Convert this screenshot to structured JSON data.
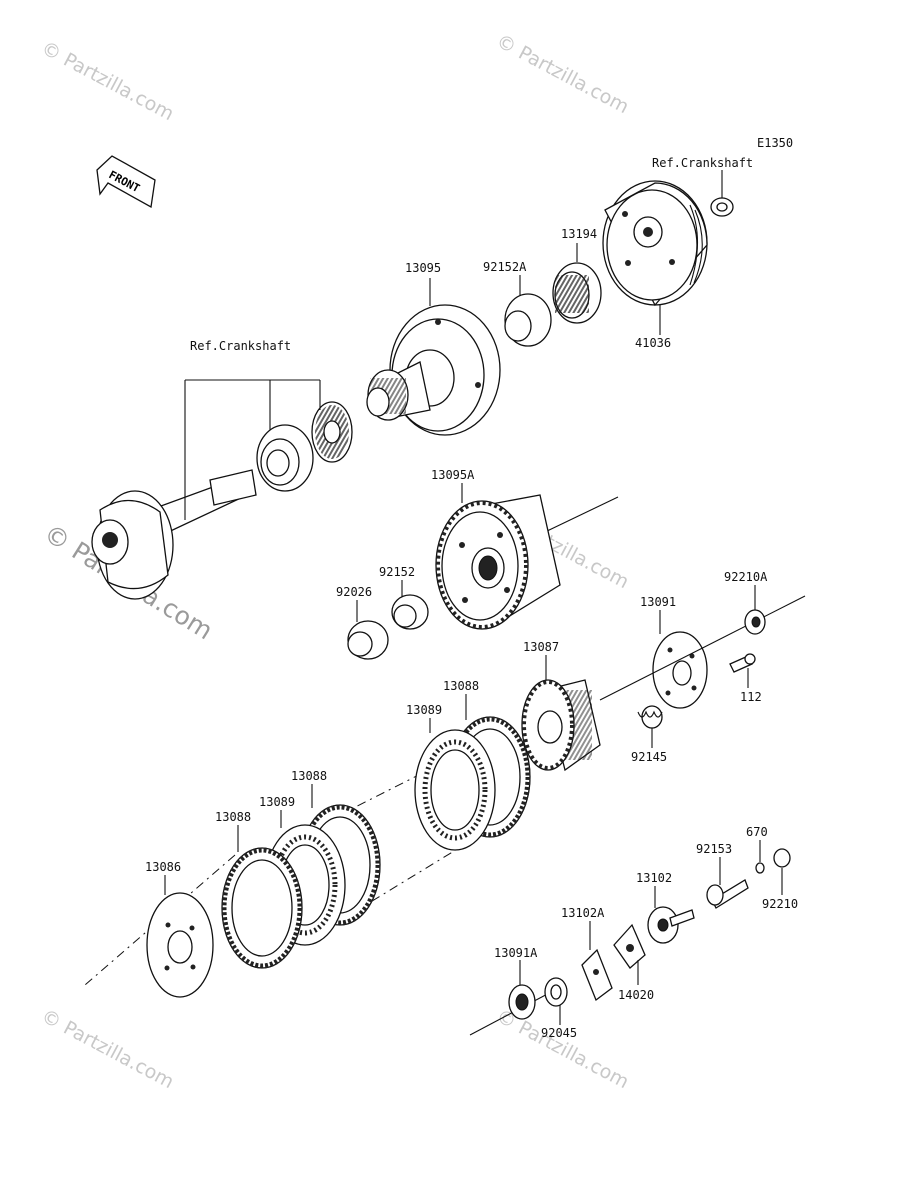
{
  "diagram": {
    "code": "E1350",
    "front_label": "FRONT",
    "watermarks": [
      "© Partzilla.com",
      "© Partzilla.com",
      "© Partzilla.com",
      "© Partzilla.com",
      "© Partzilla.com",
      "© Partzilla.com"
    ],
    "callouts": {
      "ref_crankshaft_top": "Ref.Crankshaft",
      "ref_crankshaft_left": "Ref.Crankshaft",
      "p41036": "41036",
      "p13194": "13194",
      "p92152A": "92152A",
      "p13095": "13095",
      "p13095A": "13095A",
      "p92152": "92152",
      "p92026": "92026",
      "p13091": "13091",
      "p92210A": "92210A",
      "p112": "112",
      "p13087": "13087",
      "p92145": "92145",
      "p13088_a": "13088",
      "p13089_a": "13089",
      "p13088_b": "13088",
      "p13089_b": "13089",
      "p13088_c": "13088",
      "p13086": "13086",
      "p670": "670",
      "p92153": "92153",
      "p13102": "13102",
      "p92210": "92210",
      "p13102A": "13102A",
      "p14020": "14020",
      "p13091A": "13091A",
      "p92045": "92045"
    }
  }
}
